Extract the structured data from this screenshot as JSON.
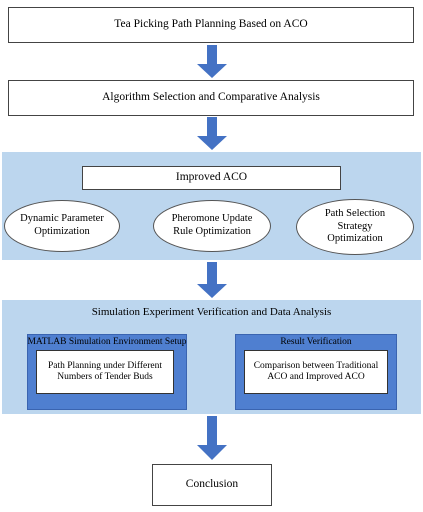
{
  "flow": {
    "step1": "Tea Picking Path Planning Based on ACO",
    "step2": "Algorithm Selection and Comparative Analysis",
    "improved_panel": {
      "title": "Improved ACO",
      "ellipses": [
        "Dynamic Parameter Optimization",
        "Pheromone Update Rule Optimization",
        "Path Selection Strategy Optimization"
      ]
    },
    "simulation_panel": {
      "title": "Simulation Experiment Verification and Data Analysis",
      "left": {
        "title": "MATLAB Simulation Environment Setup",
        "content": "Path Planning under Different Numbers of Tender Buds"
      },
      "right": {
        "title": "Result Verification",
        "content": "Comparison between Traditional ACO and Improved ACO"
      }
    },
    "conclusion": "Conclusion"
  },
  "colors": {
    "arrow": "#4472c4",
    "panel": "#bcd6ee",
    "frame": "#4f7fd0"
  }
}
